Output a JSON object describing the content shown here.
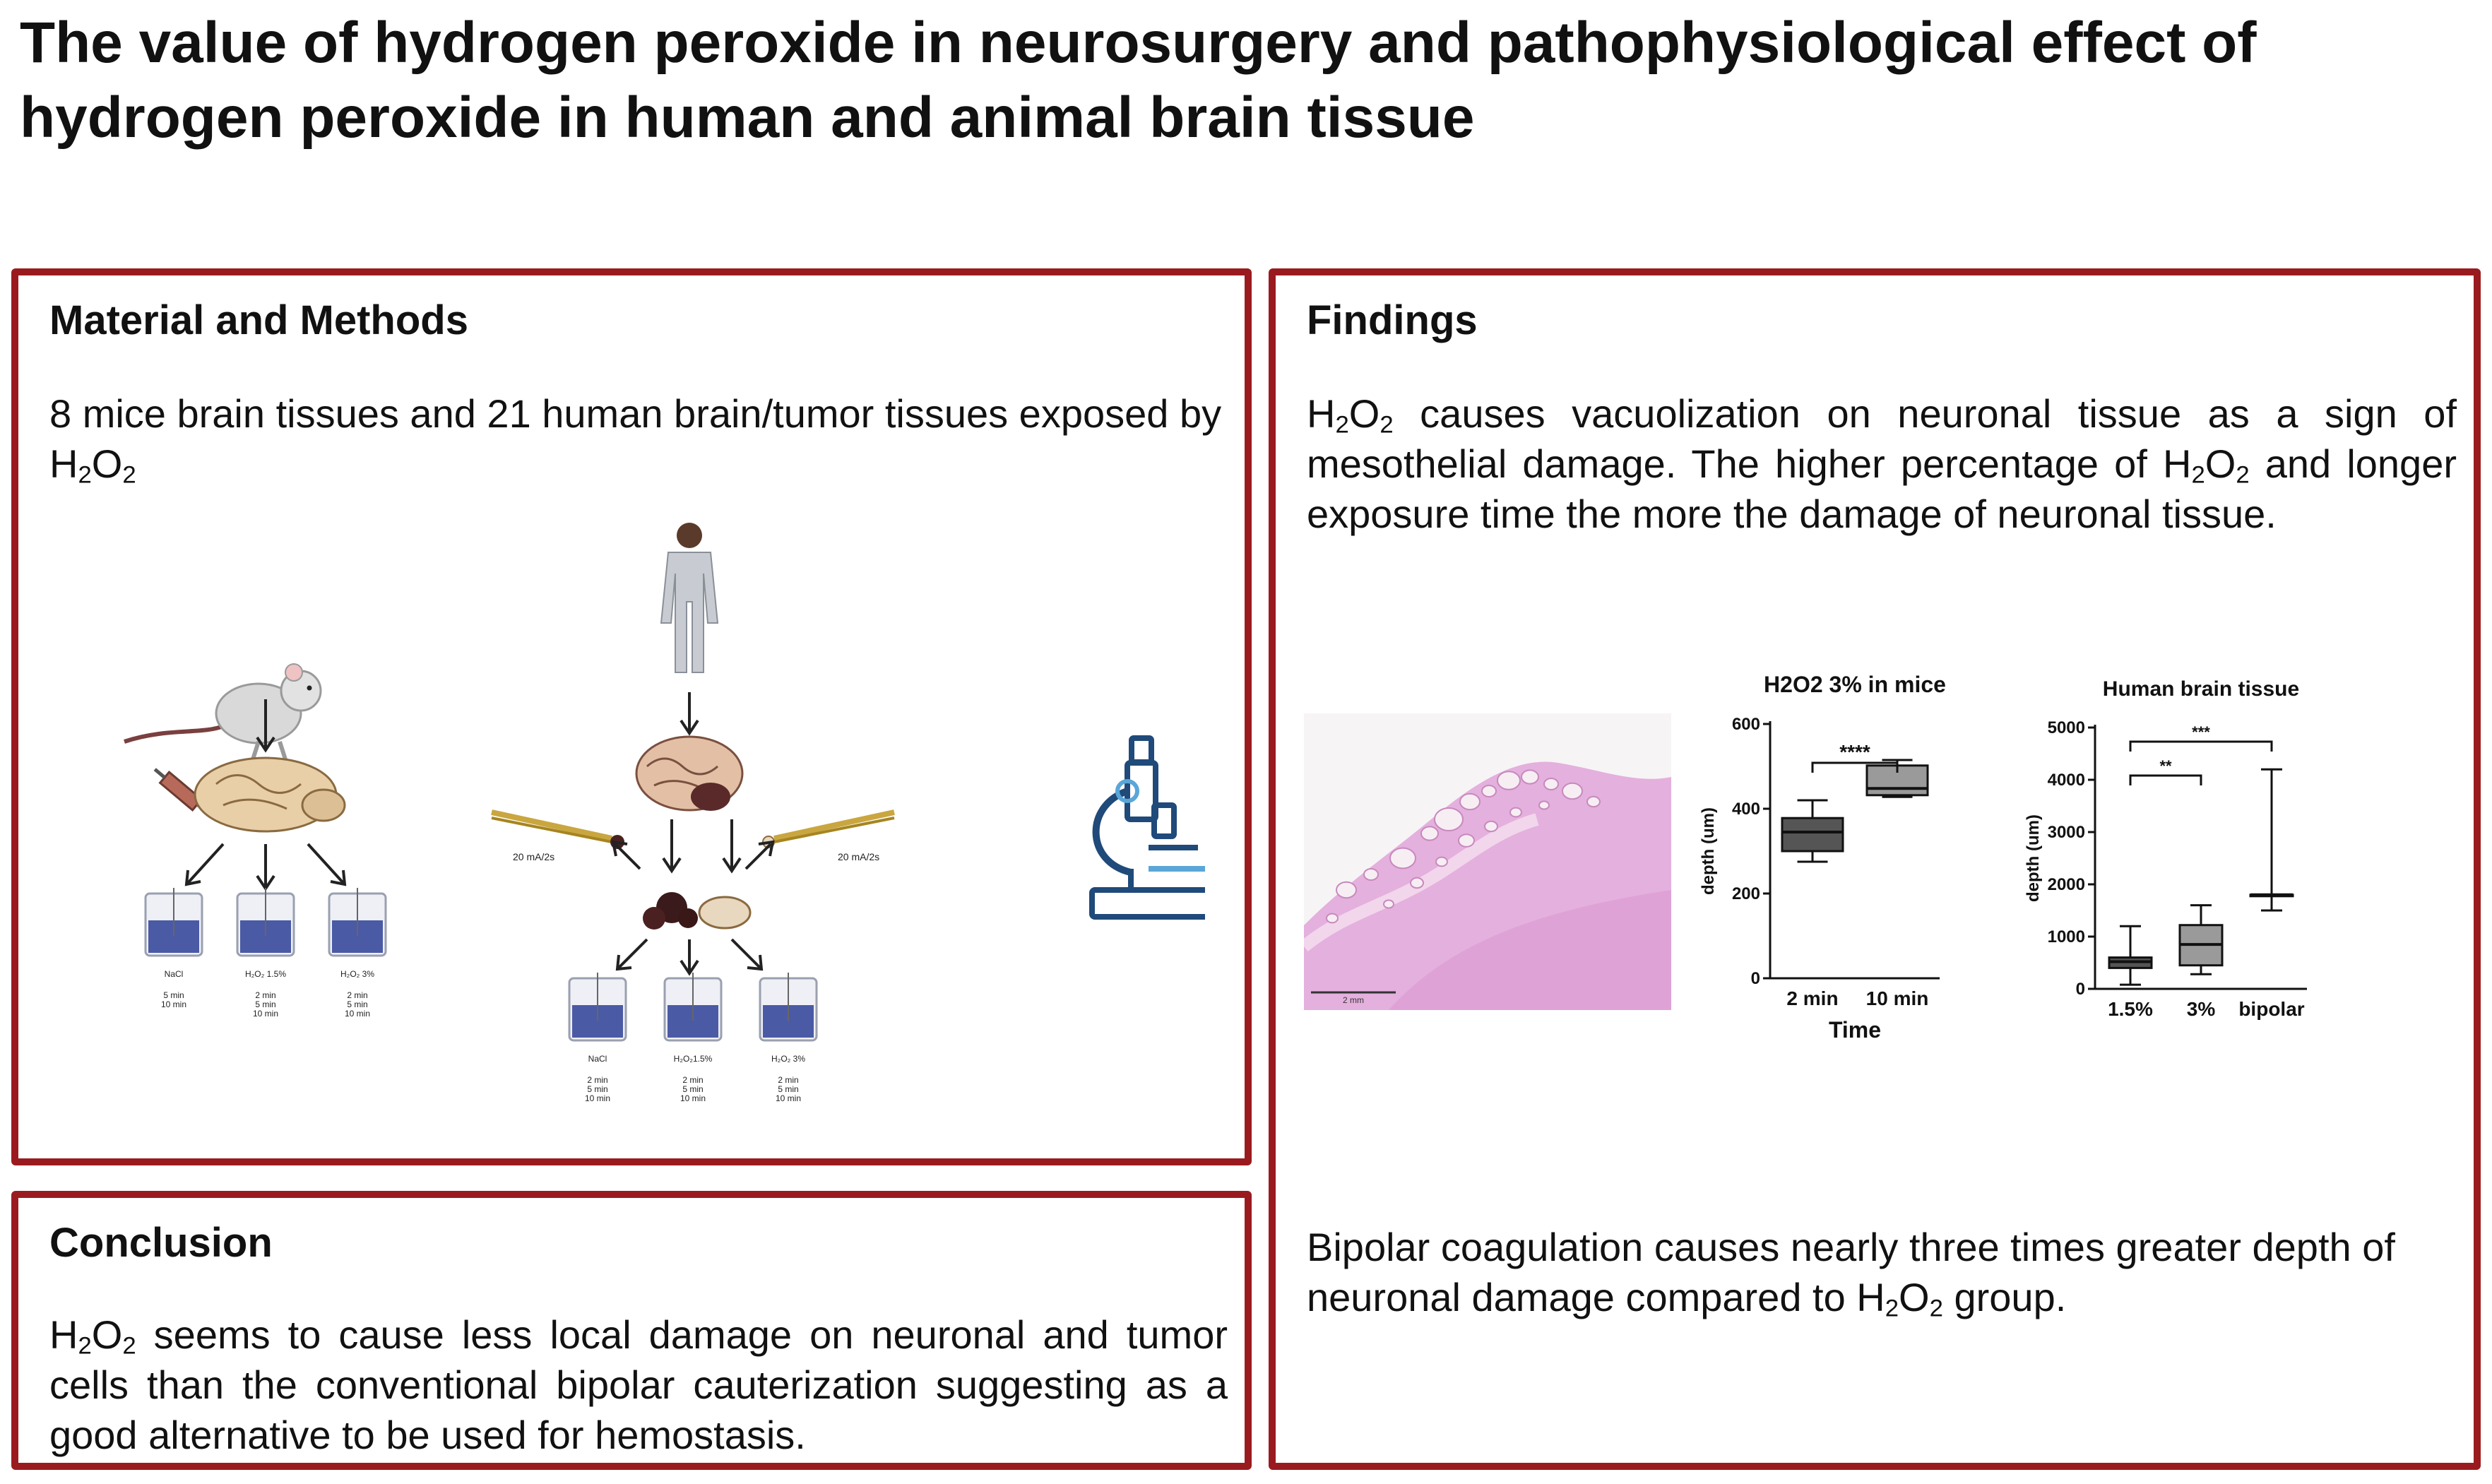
{
  "title": "The value of hydrogen peroxide in neurosurgery and pathophysiological effect of hydrogen peroxide in human and animal brain tissue",
  "colors": {
    "panel_border": "#9a1b1f",
    "beaker_liquid": "#4b5aa5",
    "microscope": "#1f4a7a",
    "microscope_accent": "#5aa6d8",
    "histology_pink": "#e4b0dd",
    "box_dark": "#555555",
    "box_light": "#9a9a9a"
  },
  "methods": {
    "heading": "Material and Methods",
    "text_pre": "8 mice brain tissues and 21 human brain/tumor tissues exposed by H",
    "sub1": "2",
    "mid": "O",
    "sub2": "2",
    "figure": {
      "mouse": {
        "beakers": [
          {
            "label": "NaCl",
            "times": [
              "5 min",
              "10 min"
            ]
          },
          {
            "label": "H₂O₂ 1.5%",
            "times": [
              "2 min",
              "5 min",
              "10 min"
            ]
          },
          {
            "label": "H₂O₂ 3%",
            "times": [
              "2 min",
              "5 min",
              "10 min"
            ]
          }
        ]
      },
      "human": {
        "bipolar_left": "20 mA/2s",
        "bipolar_right": "20 mA/2s",
        "beakers": [
          {
            "label": "NaCl",
            "times": [
              "2 min",
              "5 min",
              "10 min"
            ]
          },
          {
            "label": "H₂O₂1.5%",
            "times": [
              "2 min",
              "5 min",
              "10 min"
            ]
          },
          {
            "label": "H₂O₂ 3%",
            "times": [
              "2 min",
              "5 min",
              "10 min"
            ]
          }
        ]
      },
      "microscope_icon": "microscope-icon"
    }
  },
  "conclusion": {
    "heading": "Conclusion",
    "line1_pre": "H",
    "sub1": "2",
    "mid": "O",
    "sub2": "2",
    "line1_post": " seems to cause less local damage on neuronal and tumor cells than the conventional bipolar cauterization suggesting as a good alternative to be used for hemostasis."
  },
  "findings": {
    "heading": "Findings",
    "p1_a": "H",
    "p1_s1": "2",
    "p1_b": "O",
    "p1_s2": "2",
    "p1_c": " causes vacuolization on neuronal tissue as a sign of mesothelial damage. The higher percentage of H",
    "p1_s3": "2",
    "p1_d": "O",
    "p1_s4": "2",
    "p1_e": " and longer exposure time the more the damage of neuronal tissue.",
    "p2_a": "Bipolar coagulation causes nearly three times greater depth of neuronal damage compared to H",
    "p2_s1": "2",
    "p2_b": "O",
    "p2_s2": "2",
    "p2_c": " group.",
    "histology_scale": "2 mm"
  },
  "chart_data": [
    {
      "type": "box",
      "title": "H2O2 3% in mice",
      "xlabel": "Time",
      "ylabel": "depth (um)",
      "categories": [
        "2 min",
        "10 min"
      ],
      "ylim": [
        0,
        600
      ],
      "yticks": [
        "0",
        "200",
        "400",
        "600"
      ],
      "boxes": [
        {
          "min": 275,
          "q1": 300,
          "median": 345,
          "q3": 378,
          "max": 420
        },
        {
          "min": 428,
          "q1": 432,
          "median": 448,
          "q3": 502,
          "max": 515
        }
      ],
      "significance": [
        {
          "from": 0,
          "to": 1,
          "label": "****"
        }
      ]
    },
    {
      "type": "box",
      "title": "Human brain tissue",
      "xlabel": "",
      "ylabel": "depth (um)",
      "categories": [
        "1.5%",
        "3%",
        "bipolar"
      ],
      "ylim": [
        0,
        5000
      ],
      "yticks": [
        "0",
        "1000",
        "2000",
        "3000",
        "4000",
        "5000"
      ],
      "boxes": [
        {
          "min": 80,
          "q1": 400,
          "median": 520,
          "q3": 600,
          "max": 1200
        },
        {
          "min": 280,
          "q1": 450,
          "median": 850,
          "q3": 1220,
          "max": 1600
        },
        {
          "min": 1500,
          "q1": 1800,
          "median": 1800,
          "q3": 1800,
          "max": 4200
        }
      ],
      "significance": [
        {
          "from": 0,
          "to": 1,
          "label": "**"
        },
        {
          "from": 0,
          "to": 2,
          "label": "***"
        }
      ]
    }
  ]
}
